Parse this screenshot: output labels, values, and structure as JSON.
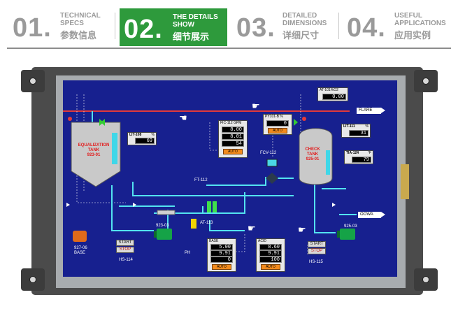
{
  "header": {
    "tabs": [
      {
        "num": "01.",
        "en1": "TECHNICAL",
        "en2": "SPECS",
        "cn": "参数信息"
      },
      {
        "num": "02.",
        "en1": "THE DETAILS",
        "en2": "SHOW",
        "cn": "细节展示",
        "active": true
      },
      {
        "num": "03.",
        "en1": "DETAILED",
        "en2": "DIMENSIONS",
        "cn": "详细尺寸"
      },
      {
        "num": "04.",
        "en1": "USEFUL",
        "en2": "APPLICATIONS",
        "cn": "应用实例"
      }
    ]
  },
  "colors": {
    "active_tab": "#2e9a3c",
    "screen_bg": "#17208f",
    "pipe_cyan": "#53e3f0",
    "pipe_red": "#e23a3a"
  },
  "scada": {
    "equalization_tank": {
      "line1": "EQUALIZATION",
      "line2": "TANK",
      "line3": "923-01"
    },
    "check_tank": {
      "line1": "CHECK",
      "line2": "TANK",
      "line3": "925-01"
    },
    "lit108": {
      "label": "LIT-108",
      "unit": "%",
      "value": "69"
    },
    "lit111": {
      "label": "LIT-111",
      "unit": "%",
      "value": "31"
    },
    "tia124": {
      "label": "TIA-124",
      "unit": "°F",
      "value": "79"
    },
    "at101": {
      "label": "AT-101%O2",
      "value": "0.00"
    },
    "fic112": {
      "label": "FIC-112 GPM",
      "v1": "8.00",
      "v2": "8.01",
      "v3": "54",
      "auto": "AUTO"
    },
    "py101b": {
      "label": "PY101-B %",
      "value": "0",
      "auto": "AUTO"
    },
    "base": {
      "label": "BASE",
      "v1": "5.00",
      "v2": "9.91",
      "v3": "0",
      "auto": "AUTO"
    },
    "acid": {
      "label": "ACID",
      "v1": "8.60",
      "v2": "9.91",
      "v3": "100",
      "auto": "AUTO"
    },
    "fcv112": "FCV-112",
    "ft112": "FT-112",
    "at113": "AT-113",
    "ph": "PH",
    "pump_923_03": "923-03",
    "pump_925_03": "925-03",
    "base_pump": {
      "line1": "927-06",
      "line2": "BASE"
    },
    "hs114": {
      "label": "HS-114",
      "start": "START",
      "stop": "STOP"
    },
    "hs115": {
      "label": "HS-115",
      "start": "START",
      "stop": "STOP"
    },
    "flare": "FLARE",
    "oowa": "OOWA"
  }
}
